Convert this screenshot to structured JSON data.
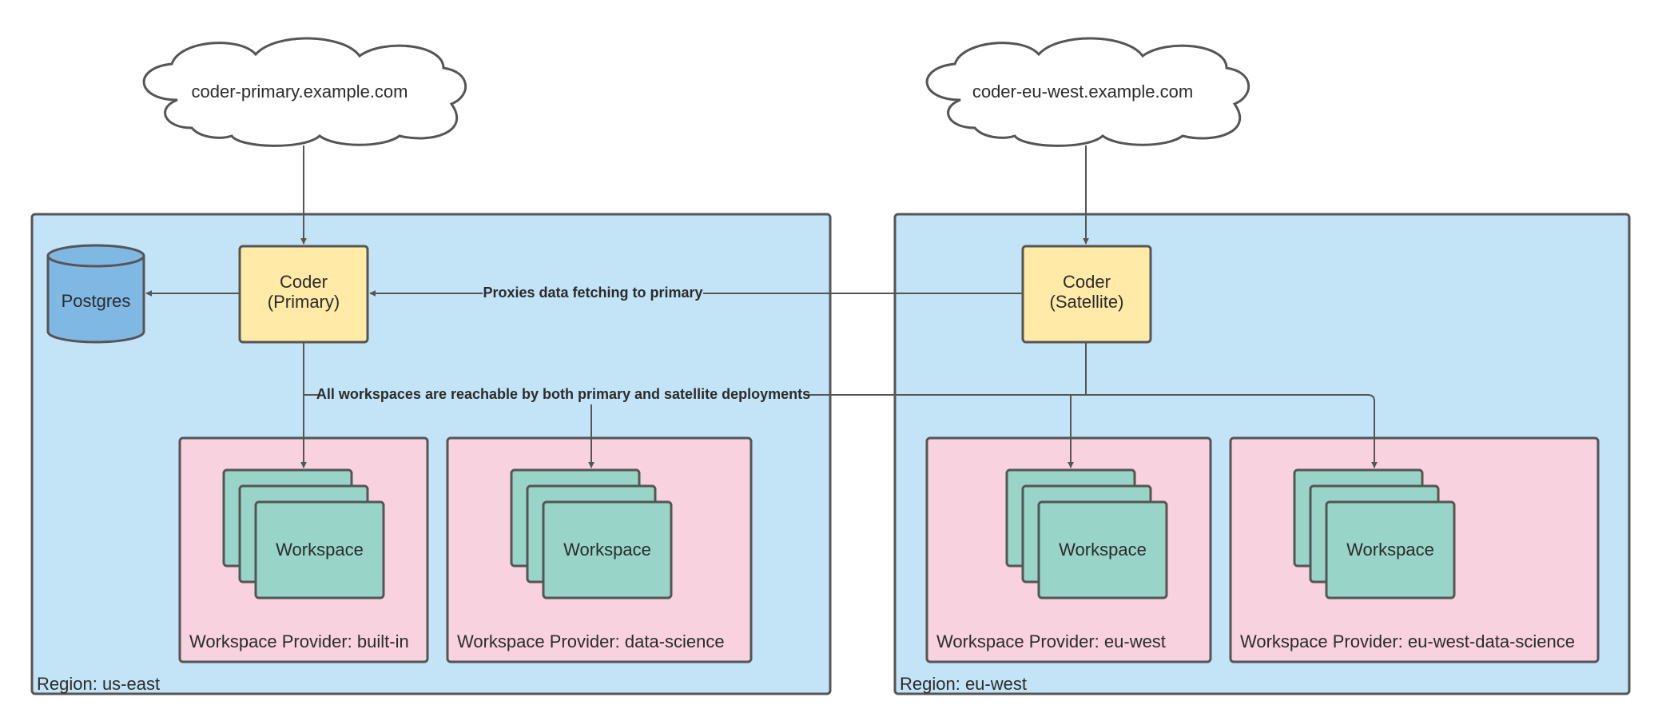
{
  "colors": {
    "region_fill": "#c2e4f6",
    "provider_fill": "#f8d2de",
    "workspace_fill": "#98d5c8",
    "coder_fill": "#ffeaa8",
    "postgres_fill": "#80b8e4",
    "stroke": "#555555",
    "text": "#2b2b2b"
  },
  "clouds": {
    "primary": "coder-primary.example.com",
    "eu_west": "coder-eu-west.example.com"
  },
  "regions": {
    "us_east": "Region: us-east",
    "eu_west": "Region: eu-west"
  },
  "nodes": {
    "postgres": "Postgres",
    "coder_primary": [
      "Coder",
      "(Primary)"
    ],
    "coder_satellite": [
      "Coder",
      "(Satellite)"
    ]
  },
  "providers": {
    "built_in": {
      "label": "Workspace Provider: built-in",
      "workspace": "Workspace"
    },
    "data_science": {
      "label": "Workspace Provider: data-science",
      "workspace": "Workspace"
    },
    "eu_west": {
      "label": "Workspace Provider: eu-west",
      "workspace": "Workspace"
    },
    "eu_west_ds": {
      "label": "Workspace Provider: eu-west-data-science",
      "workspace": "Workspace"
    }
  },
  "edge_labels": {
    "proxies": "Proxies data fetching to primary",
    "reachable": "All workspaces are reachable by both primary and satellite deployments"
  }
}
